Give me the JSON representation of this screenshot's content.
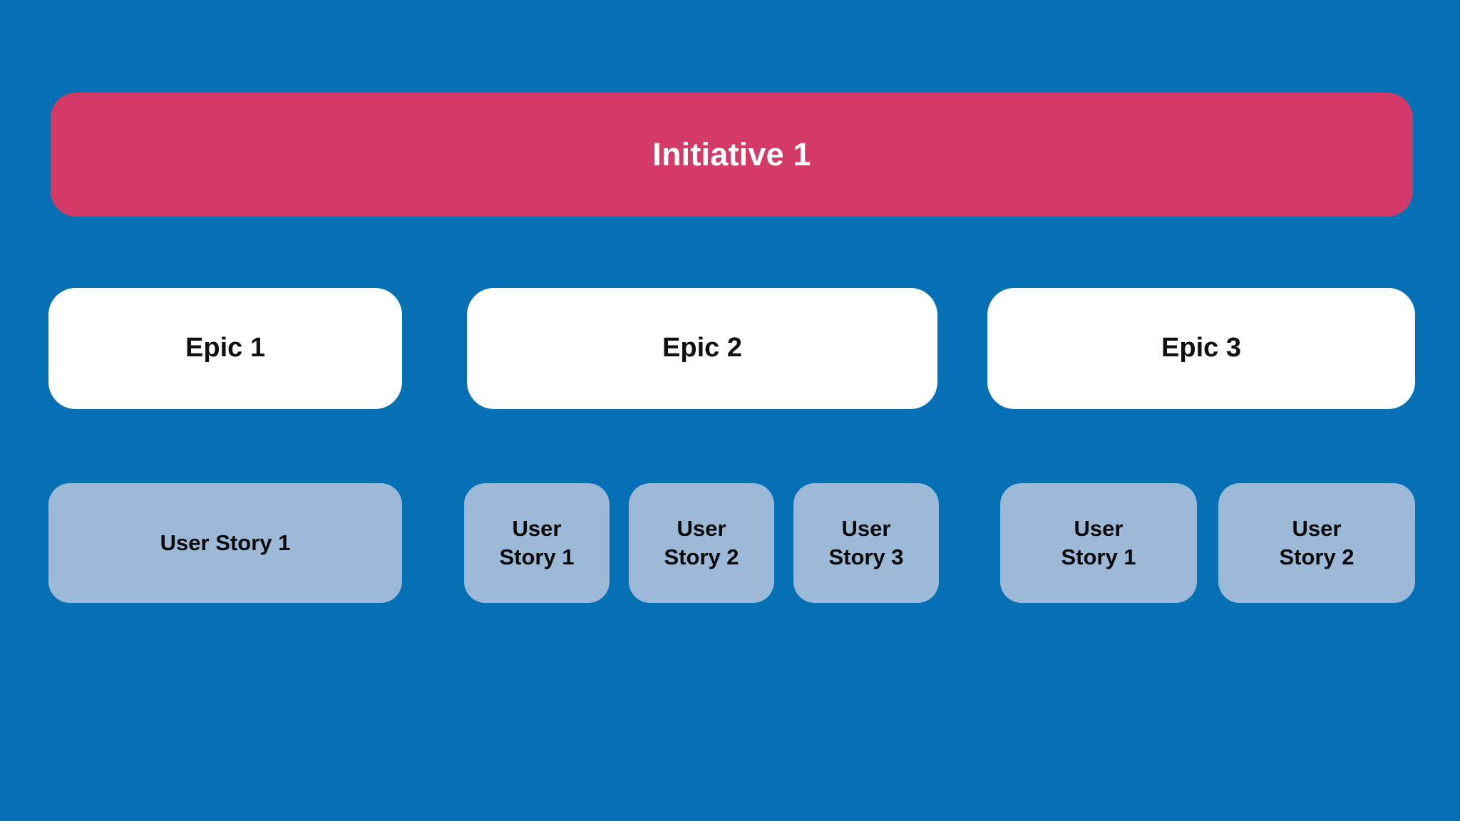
{
  "colors": {
    "background": "#0670b4",
    "initiative": "#d33a68",
    "epic": "#ffffff",
    "story": "#9db9d8",
    "initiative_text": "#ffffff",
    "epic_text": "#111111",
    "story_text": "#0a0a0a"
  },
  "initiative": {
    "label": "Initiative 1"
  },
  "epics": [
    {
      "label": "Epic 1"
    },
    {
      "label": "Epic 2"
    },
    {
      "label": "Epic 3"
    }
  ],
  "story_groups": [
    {
      "epic": "Epic 1",
      "stories": [
        {
          "label": "User Story 1",
          "line1": "User Story 1",
          "line2": ""
        }
      ]
    },
    {
      "epic": "Epic 2",
      "stories": [
        {
          "label": "User Story 1",
          "line1": "User",
          "line2": "Story 1"
        },
        {
          "label": "User Story 2",
          "line1": "User",
          "line2": "Story 2"
        },
        {
          "label": "User Story 3",
          "line1": "User",
          "line2": "Story 3"
        }
      ]
    },
    {
      "epic": "Epic 3",
      "stories": [
        {
          "label": "User Story 1",
          "line1": "User",
          "line2": "Story 1"
        },
        {
          "label": "User Story 2",
          "line1": "User",
          "line2": "Story 2"
        }
      ]
    }
  ]
}
